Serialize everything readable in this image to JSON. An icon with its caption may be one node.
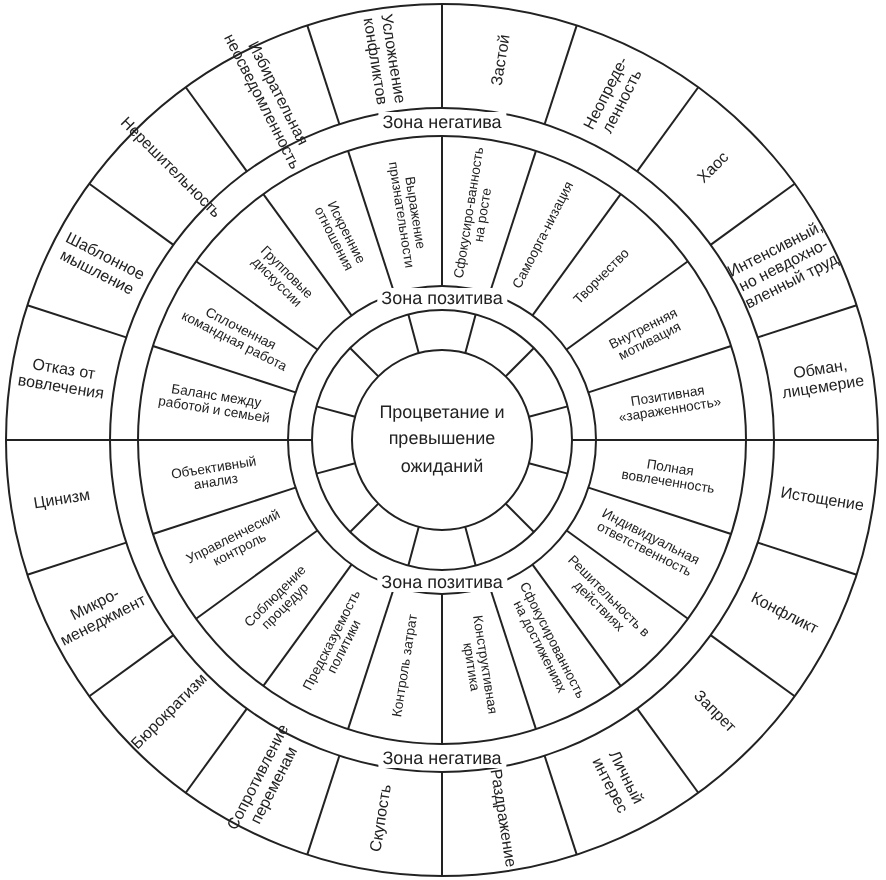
{
  "diagram": {
    "nodes": [
      {
        "text": [
          "Процветание и превышение ожиданий"
        ]
      },
      {
        "text": [
          "Зона позитива"
        ]
      },
      {
        "text": [
          "Зона позитива"
        ]
      },
      {
        "text": [
          "Зона негатива"
        ]
      },
      {
        "text": [
          "Зона негатива"
        ]
      },
      {
        "text": [
          "Сфокусиро-ванность на росте"
        ]
      },
      {
        "text": [
          "Самоорга-низация"
        ]
      },
      {
        "text": [
          "Творчество"
        ]
      },
      {
        "text": [
          "Внутренняя мотивация"
        ]
      },
      {
        "text": [
          "Позитивная «зараженность»"
        ]
      },
      {
        "text": [
          "Полная вовлеченность"
        ]
      },
      {
        "text": [
          "Индивидуальная ответственность"
        ]
      },
      {
        "text": [
          "Решительность в действиях"
        ]
      },
      {
        "text": [
          "Сфокусированность на достижениях"
        ]
      },
      {
        "text": [
          "Конструктивная критика"
        ]
      },
      {
        "text": [
          "Контроль затрат"
        ]
      },
      {
        "text": [
          "Предсказуемость политики"
        ]
      },
      {
        "text": [
          "Соблюдение процедур"
        ]
      },
      {
        "text": [
          "Управленческий контроль"
        ]
      },
      {
        "text": [
          "Объективный анализ"
        ]
      },
      {
        "text": [
          "Баланс между работой и семьей"
        ]
      },
      {
        "text": [
          "Сплоченная командная работа"
        ]
      },
      {
        "text": [
          "Групповые дискуссии"
        ]
      },
      {
        "text": [
          "Искренние отношения"
        ]
      },
      {
        "text": [
          "Выражение признательности"
        ]
      },
      {
        "text": [
          "Застой"
        ]
      },
      {
        "text": [
          "Неопреде-ленность"
        ]
      },
      {
        "text": [
          "Хаос"
        ]
      },
      {
        "text": [
          "Интенсивный, но невдохно-вленный труд"
        ]
      },
      {
        "text": [
          "Обман, лицемерие"
        ]
      },
      {
        "text": [
          "Истощение"
        ]
      },
      {
        "text": [
          "Конфликт"
        ]
      },
      {
        "text": [
          "Запрет"
        ]
      },
      {
        "text": [
          "Личный интерес"
        ]
      },
      {
        "text": [
          "Раздражение"
        ]
      },
      {
        "text": [
          "Скупость"
        ]
      },
      {
        "text": [
          "Сопротивление переменам"
        ]
      },
      {
        "text": [
          "Бюрократизм"
        ]
      },
      {
        "text": [
          "Микро-менеджмент"
        ]
      },
      {
        "text": [
          "Цинизм"
        ]
      },
      {
        "text": [
          "Отказ от вовлечения"
        ]
      },
      {
        "text": [
          "Шаблонное мышление"
        ]
      },
      {
        "text": [
          "Нерешительность"
        ]
      },
      {
        "text": [
          "Избирательная неосведомленность"
        ]
      },
      {
        "text": [
          "Усложнение конфликтов"
        ]
      }
    ]
  }
}
